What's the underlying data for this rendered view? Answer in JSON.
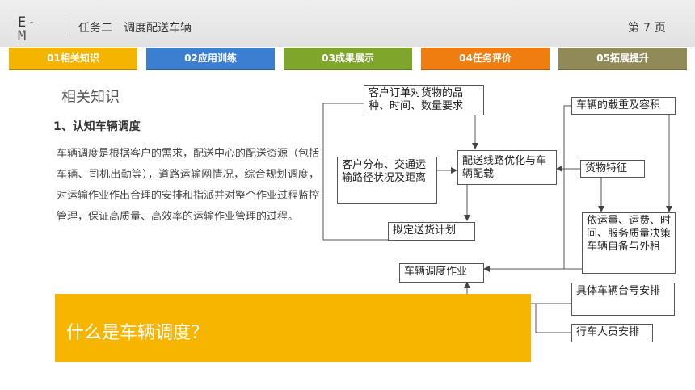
{
  "header": {
    "logo_line1": "E-",
    "logo_line2": "M",
    "task_label": "任务二",
    "task_title": "调度配送车辆",
    "page_prefix": "第",
    "page_number": "7",
    "page_suffix": "页"
  },
  "tabs": [
    {
      "label": "01相关知识",
      "color": "#f5b400"
    },
    {
      "label": "02应用训练",
      "color": "#3c7fd0"
    },
    {
      "label": "03成果展示",
      "color": "#7fa62b"
    },
    {
      "label": "04任务评价",
      "color": "#f07d10"
    },
    {
      "label": "05拓展提升",
      "color": "#8f8a58"
    }
  ],
  "content": {
    "section_title": "相关知识",
    "subtitle": "1、认知车辆调度",
    "paragraph": "车辆调度是根据客户的需求，配送中心的配送资源（包括车辆、司机出勤等），道路运输网情况，综合规划调度，对运输作业作出合理的安排和指派并对整个作业过程监控管理，保证高质量、高效率的运输作业管理的过程。"
  },
  "diagram": {
    "order": "客户订单对货物的品种、时间、数量要求",
    "distribution": "客户分布、交通运输路径状况及距离",
    "optimize": "配送线路优化与车辆配载",
    "plan": "拟定送货计划",
    "capacity": "车辆的载重及容积",
    "cargo": "货物特征",
    "decision": "依运量、运费、时间、服务质量决策车辆自备与外租",
    "dispatch": "车辆调度作业",
    "assign_vehicle": "具体车辆台号安排",
    "assign_staff": "行车人员安排"
  },
  "banner": {
    "text": "什么是车辆调度？",
    "color": "#f7b500"
  }
}
